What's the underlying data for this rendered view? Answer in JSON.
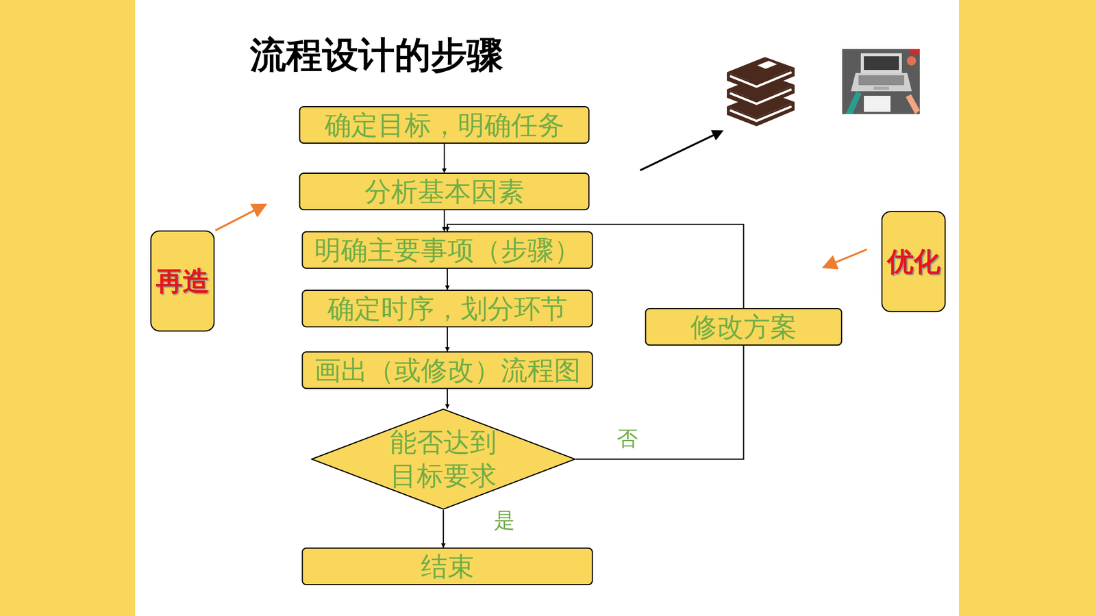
{
  "diagram": {
    "title": "流程设计的步骤",
    "nodes": [
      {
        "text": [
          "确定目标，明确任务"
        ]
      },
      {
        "text": [
          "分析基本因素"
        ]
      },
      {
        "text": [
          "明确主要事项（步骤）"
        ]
      },
      {
        "text": [
          "确定时序，划分环节"
        ]
      },
      {
        "text": [
          "画出（或修改）流程图"
        ]
      },
      {
        "text": [
          "能否达到 目标要求"
        ]
      },
      {
        "text": [
          "结束"
        ]
      },
      {
        "text": [
          "修改方案"
        ]
      },
      {
        "text": [
          "再造"
        ]
      },
      {
        "text": [
          "优化"
        ]
      }
    ],
    "edges": [
      {
        "from": 0,
        "to": 1,
        "arrow": "to"
      },
      {
        "from": 1,
        "to": 2,
        "arrow": "to"
      },
      {
        "from": 2,
        "to": 3,
        "arrow": "to"
      },
      {
        "from": 3,
        "to": 4,
        "arrow": "to"
      },
      {
        "from": 4,
        "to": 5,
        "arrow": "to"
      },
      {
        "from": 5,
        "to": 6,
        "label": "是",
        "arrow": "to"
      },
      {
        "from": 5,
        "to": 7,
        "label": "否",
        "arrow": "none"
      },
      {
        "from": 7,
        "to": 2,
        "arrow": "to"
      }
    ]
  }
}
